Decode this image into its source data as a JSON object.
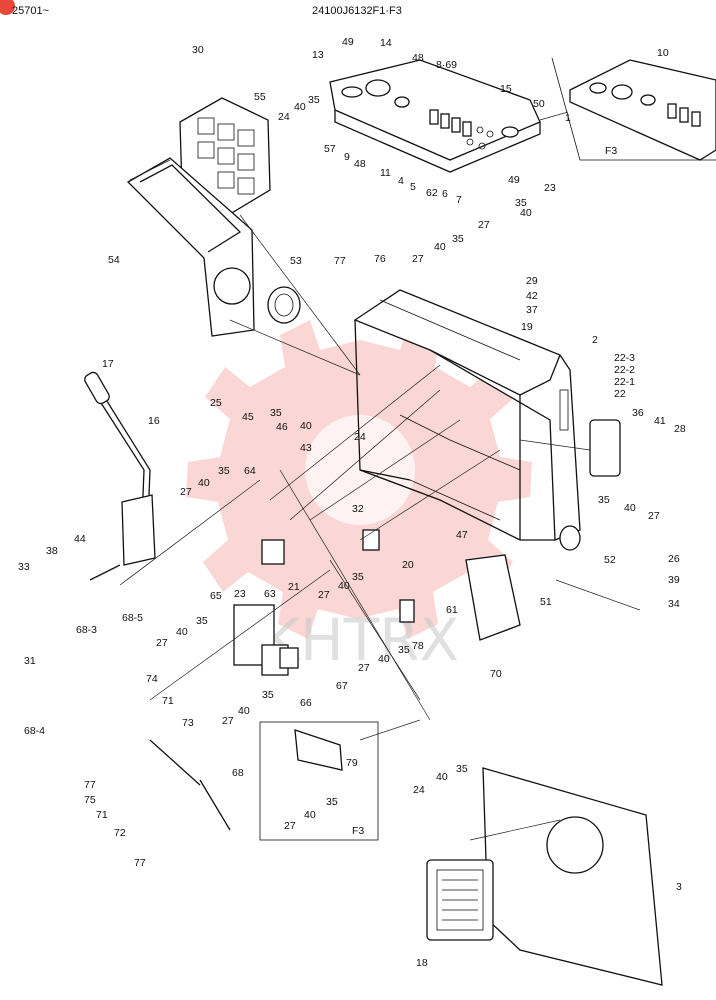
{
  "header": {
    "serial_range": "25701~",
    "drawing_code": "24100J6132F1·F3"
  },
  "watermark": {
    "text": "KHTRX",
    "color": "#e8483a"
  },
  "inset_labels": {
    "top_inset": "F3",
    "bottom_inset": "F3"
  },
  "part_labels": {
    "p1": "1",
    "p2": "2",
    "p3": "3",
    "p4": "4",
    "p5": "5",
    "p6": "6",
    "p7": "7",
    "p8_69": "8·69",
    "p9": "9",
    "p10": "10",
    "p11": "11",
    "p13": "13",
    "p14": "14",
    "p15": "15",
    "p16": "16",
    "p17": "17",
    "p18": "18",
    "p19": "19",
    "p20": "20",
    "p21": "21",
    "p22": "22",
    "p22_1": "22-1",
    "p22_2": "22-2",
    "p22_3": "22-3",
    "p23a": "23",
    "p23b": "23",
    "p24a": "24",
    "p24b": "24",
    "p24c": "24",
    "p25": "25",
    "p26": "26",
    "p27a": "27",
    "p27b": "27",
    "p27c": "27",
    "p27d": "27",
    "p27e": "27",
    "p27f": "27",
    "p27g": "27",
    "p27h": "27",
    "p27i": "27",
    "p27j": "27",
    "p28": "28",
    "p29": "29",
    "p30": "30",
    "p31": "31",
    "p32": "32",
    "p33": "33",
    "p34": "34",
    "p35a": "35",
    "p35b": "35",
    "p35c": "35",
    "p35d": "35",
    "p35e": "35",
    "p35f": "35",
    "p35g": "35",
    "p35h": "35",
    "p35i": "35",
    "p35j": "35",
    "p35k": "35",
    "p35l": "35",
    "p36": "36",
    "p37": "37",
    "p38": "38",
    "p39": "39",
    "p40a": "40",
    "p40b": "40",
    "p40c": "40",
    "p40d": "40",
    "p40e": "40",
    "p40f": "40",
    "p40g": "40",
    "p40h": "40",
    "p40i": "40",
    "p40j": "40",
    "p40k": "40",
    "p40l": "40",
    "p40m": "40",
    "p41": "41",
    "p42": "42",
    "p43": "43",
    "p44": "44",
    "p45": "45",
    "p46": "46",
    "p47": "47",
    "p48a": "48",
    "p48b": "48",
    "p49a": "49",
    "p49b": "49",
    "p50": "50",
    "p51": "51",
    "p52": "52",
    "p53": "53",
    "p54": "54",
    "p55": "55",
    "p57": "57",
    "p61": "61",
    "p62": "62",
    "p63": "63",
    "p64": "64",
    "p65": "65",
    "p66": "66",
    "p67": "67",
    "p68": "68",
    "p68_3": "68-3",
    "p68_4": "68-4",
    "p68_5": "68-5",
    "p70": "70",
    "p71a": "71",
    "p71b": "71",
    "p72": "72",
    "p73": "73",
    "p74": "74",
    "p75": "75",
    "p76": "76",
    "p77a": "77",
    "p77b": "77",
    "p77c": "77",
    "p78": "78",
    "p79": "79"
  }
}
